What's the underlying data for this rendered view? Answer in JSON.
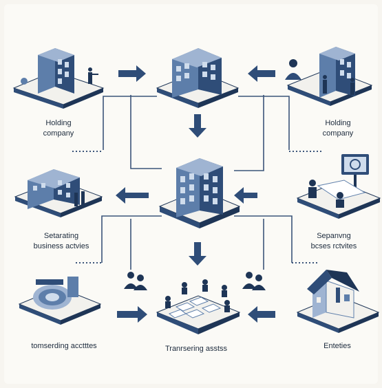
{
  "labels": {
    "holding_left": "Holding\ncompany",
    "holding_right": "Holding\ncompany",
    "separating_left": "Setarating\nbusiness actvies",
    "separating_right": "Sepanvng\nbcses rctvites",
    "bottom_left": "tomserding acctttes",
    "bottom_center": "Tranrsering asstss",
    "bottom_right": "Enteties"
  },
  "colors": {
    "navy": "#2f4d78",
    "navy_dark": "#1e3556",
    "blue_mid": "#5d7eaa",
    "blue_light": "#9fb4d2",
    "platform_top": "#f2f1ed",
    "platform_side": "#dcdad4",
    "shadow": "#d9d6ce",
    "line": "#3b5479"
  }
}
